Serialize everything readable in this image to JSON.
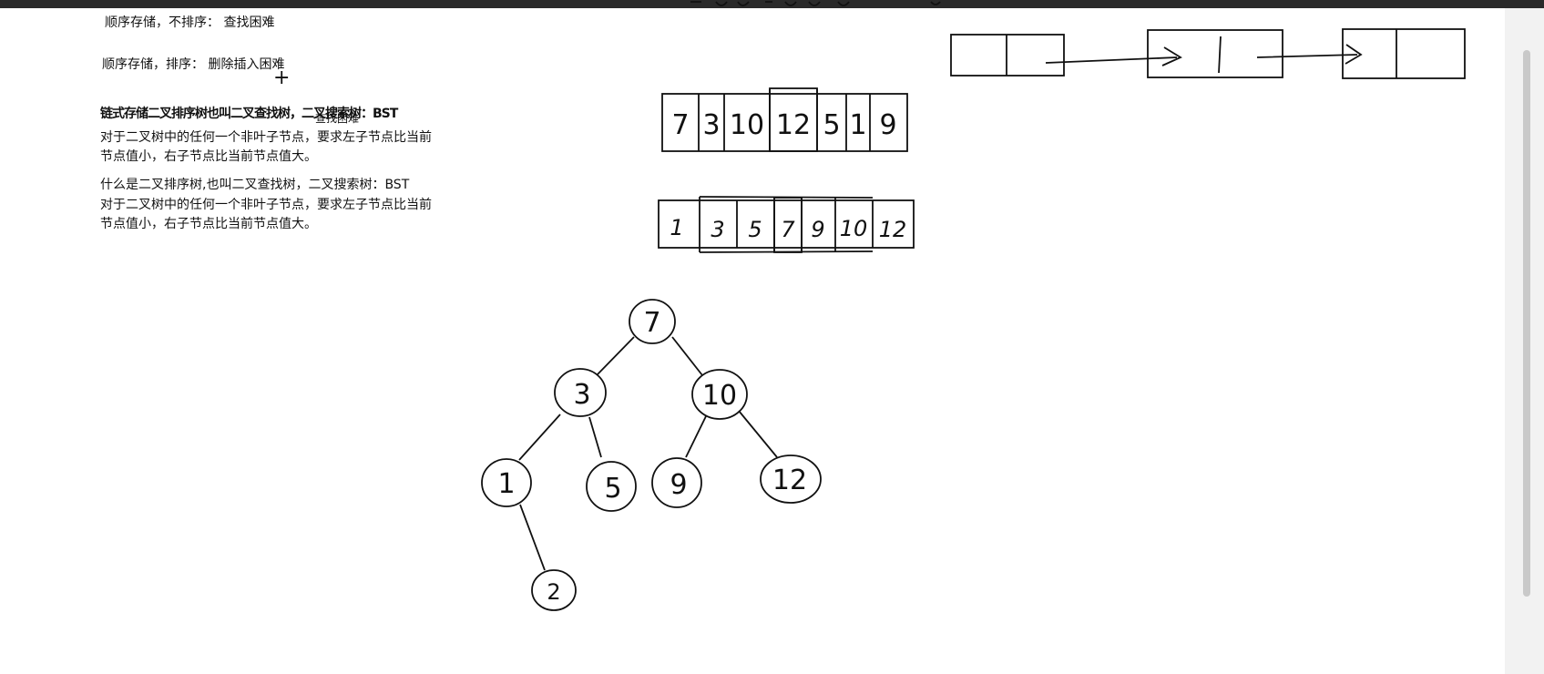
{
  "notes": {
    "line1": "顺序存储，不排序： 查找困难",
    "line2": "顺序存储，排序：  删除插入困难",
    "overlap": "链式存储二叉排序树也叫二叉查找树，二叉搜索树：BST",
    "overlap_2": "查找困难",
    "para1": [
      "对于二叉树中的任何一个非叶子节点，要求左子节点比当前",
      "节点值小，右子节点比当前节点值大。"
    ],
    "para2_head": "什么是二叉排序树,也叫二叉查找树，二叉搜索树：BST",
    "para2": [
      "对于二叉树中的任何一个非叶子节点，要求左子节点比当前",
      "节点值小，右子节点比当前节点值大。"
    ],
    "cursor_glyph": "+"
  },
  "array_unsorted": [
    "7",
    "3",
    "10",
    "12",
    "5",
    "1",
    "9"
  ],
  "array_sorted": [
    "1",
    "3",
    "5",
    "7",
    "9",
    "10",
    "12"
  ],
  "tree_nodes": [
    "7",
    "3",
    "10",
    "1",
    "5",
    "9",
    "12",
    "2"
  ],
  "colors": {
    "ink": "#111111",
    "canvas": "#ffffff",
    "frame": "#1b1b1b"
  }
}
